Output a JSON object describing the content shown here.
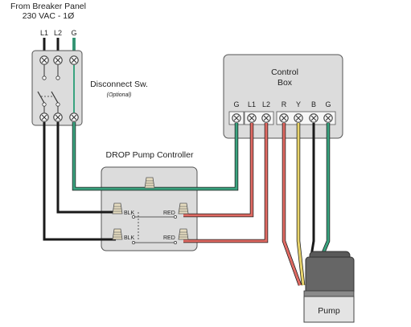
{
  "source": {
    "line1": "From Breaker Panel",
    "line2": "230 VAC - 1Ø",
    "terminals": [
      "L1",
      "L2",
      "G"
    ]
  },
  "disconnect": {
    "label": "Disconnect Sw.",
    "note": "(Optional)"
  },
  "controller": {
    "title": "DROP Pump Controller",
    "wire_labels": [
      "BLK",
      "RED",
      "BLK",
      "RED"
    ]
  },
  "control_box": {
    "title_line1": "Control",
    "title_line2": "Box",
    "terminals": [
      "G",
      "L1",
      "L2",
      "R",
      "Y",
      "B",
      "G"
    ]
  },
  "pump": {
    "label": "Pump"
  },
  "colors": {
    "black_wire": "#1a1a1a",
    "red_wire": "#d9534f",
    "green_wire": "#3aa37f",
    "yellow_wire": "#e8d36a",
    "panel_gray": "#dcdcdc",
    "pump_dark": "#555555"
  }
}
